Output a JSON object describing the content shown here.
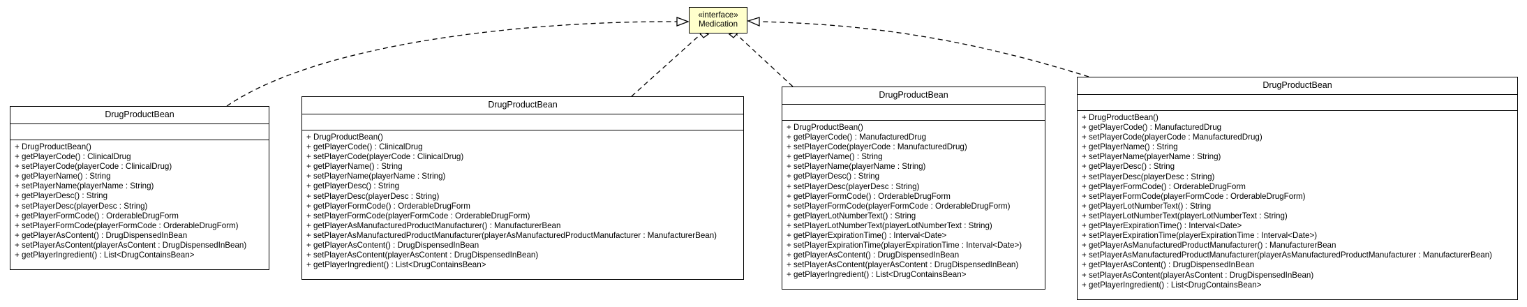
{
  "interface": {
    "stereotype": "«interface»",
    "name": "Medication"
  },
  "classes": [
    {
      "name": "DrugProductBean",
      "methods": [
        "+ DrugProductBean()",
        "+ getPlayerCode() : ClinicalDrug",
        "+ setPlayerCode(playerCode : ClinicalDrug)",
        "+ getPlayerName() : String",
        "+ setPlayerName(playerName : String)",
        "+ getPlayerDesc() : String",
        "+ setPlayerDesc(playerDesc : String)",
        "+ getPlayerFormCode() : OrderableDrugForm",
        "+ setPlayerFormCode(playerFormCode : OrderableDrugForm)",
        "+ getPlayerAsContent() : DrugDispensedInBean",
        "+ setPlayerAsContent(playerAsContent : DrugDispensedInBean)",
        "+ getPlayerIngredient() : List<DrugContainsBean>"
      ]
    },
    {
      "name": "DrugProductBean",
      "methods": [
        "+ DrugProductBean()",
        "+ getPlayerCode() : ClinicalDrug",
        "+ setPlayerCode(playerCode : ClinicalDrug)",
        "+ getPlayerName() : String",
        "+ setPlayerName(playerName : String)",
        "+ getPlayerDesc() : String",
        "+ setPlayerDesc(playerDesc : String)",
        "+ getPlayerFormCode() : OrderableDrugForm",
        "+ setPlayerFormCode(playerFormCode : OrderableDrugForm)",
        "+ getPlayerAsManufacturedProductManufacturer() : ManufacturerBean",
        "+ setPlayerAsManufacturedProductManufacturer(playerAsManufacturedProductManufacturer : ManufacturerBean)",
        "+ getPlayerAsContent() : DrugDispensedInBean",
        "+ setPlayerAsContent(playerAsContent : DrugDispensedInBean)",
        "+ getPlayerIngredient() : List<DrugContainsBean>"
      ]
    },
    {
      "name": "DrugProductBean",
      "methods": [
        "+ DrugProductBean()",
        "+ getPlayerCode() : ManufacturedDrug",
        "+ setPlayerCode(playerCode : ManufacturedDrug)",
        "+ getPlayerName() : String",
        "+ setPlayerName(playerName : String)",
        "+ getPlayerDesc() : String",
        "+ setPlayerDesc(playerDesc : String)",
        "+ getPlayerFormCode() : OrderableDrugForm",
        "+ setPlayerFormCode(playerFormCode : OrderableDrugForm)",
        "+ getPlayerLotNumberText() : String",
        "+ setPlayerLotNumberText(playerLotNumberText : String)",
        "+ getPlayerExpirationTime() : Interval<Date>",
        "+ setPlayerExpirationTime(playerExpirationTime : Interval<Date>)",
        "+ getPlayerAsContent() : DrugDispensedInBean",
        "+ setPlayerAsContent(playerAsContent : DrugDispensedInBean)",
        "+ getPlayerIngredient() : List<DrugContainsBean>"
      ]
    },
    {
      "name": "DrugProductBean",
      "methods": [
        "+ DrugProductBean()",
        "+ getPlayerCode() : ManufacturedDrug",
        "+ setPlayerCode(playerCode : ManufacturedDrug)",
        "+ getPlayerName() : String",
        "+ setPlayerName(playerName : String)",
        "+ getPlayerDesc() : String",
        "+ setPlayerDesc(playerDesc : String)",
        "+ getPlayerFormCode() : OrderableDrugForm",
        "+ setPlayerFormCode(playerFormCode : OrderableDrugForm)",
        "+ getPlayerLotNumberText() : String",
        "+ setPlayerLotNumberText(playerLotNumberText : String)",
        "+ getPlayerExpirationTime() : Interval<Date>",
        "+ setPlayerExpirationTime(playerExpirationTime : Interval<Date>)",
        "+ getPlayerAsManufacturedProductManufacturer() : ManufacturerBean",
        "+ setPlayerAsManufacturedProductManufacturer(playerAsManufacturedProductManufacturer : ManufacturerBean)",
        "+ getPlayerAsContent() : DrugDispensedInBean",
        "+ setPlayerAsContent(playerAsContent : DrugDispensedInBean)",
        "+ getPlayerIngredient() : List<DrugContainsBean>"
      ]
    }
  ],
  "colors": {
    "interface_fill": "#ffffcc",
    "line": "#000000"
  }
}
